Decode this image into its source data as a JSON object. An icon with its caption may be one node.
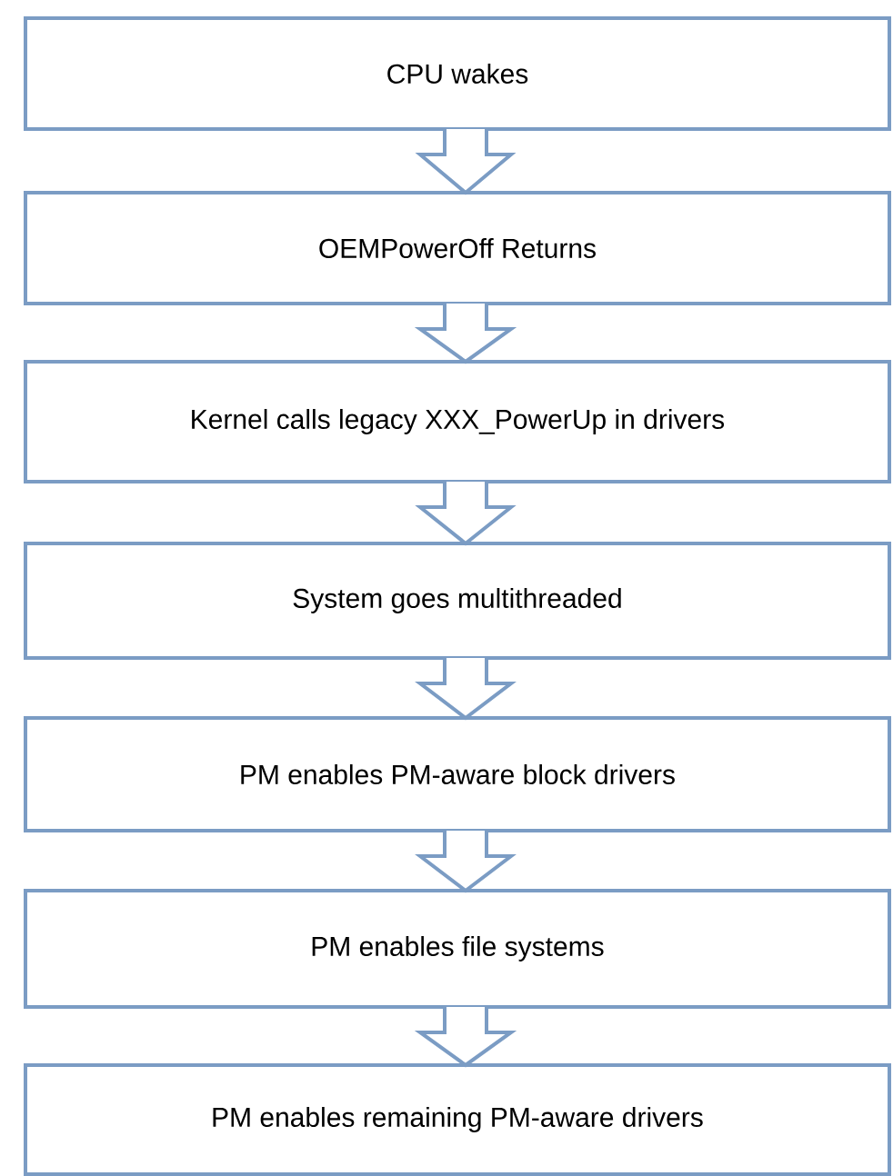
{
  "diagram": {
    "nodes": [
      {
        "text": [
          "CPU wakes"
        ]
      },
      {
        "text": [
          "OEMPowerOff Returns"
        ]
      },
      {
        "text": [
          "Kernel calls legacy XXX_PowerUp in drivers"
        ]
      },
      {
        "text": [
          "System goes multithreaded"
        ]
      },
      {
        "text": [
          "PM enables PM-aware block drivers"
        ]
      },
      {
        "text": [
          "PM enables file systems"
        ]
      },
      {
        "text": [
          "PM enables remaining PM-aware drivers"
        ]
      }
    ],
    "edges": [
      {
        "from": 0,
        "to": 1,
        "arrow": "to"
      },
      {
        "from": 1,
        "to": 2,
        "arrow": "to"
      },
      {
        "from": 2,
        "to": 3,
        "arrow": "to"
      },
      {
        "from": 3,
        "to": 4,
        "arrow": "to"
      },
      {
        "from": 4,
        "to": 5,
        "arrow": "to"
      },
      {
        "from": 5,
        "to": 6,
        "arrow": "to"
      }
    ]
  }
}
